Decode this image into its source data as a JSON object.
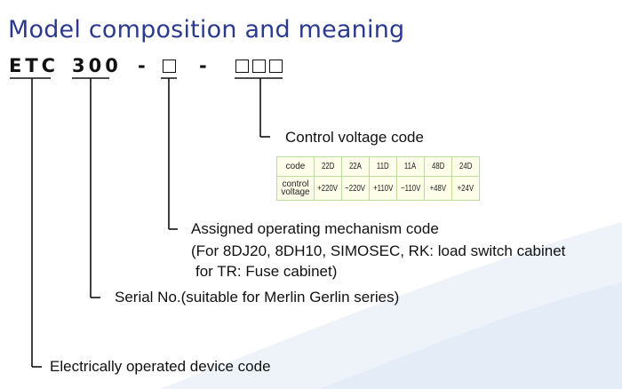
{
  "title": "Model composition and meaning",
  "model_code": {
    "prefix": "ETC",
    "serial": "300",
    "sep1": "-",
    "sep2": "-"
  },
  "labels": {
    "control_voltage": "Control voltage code",
    "mechanism_line1": "Assigned operating mechanism code",
    "mechanism_line2": "(For 8DJ20, 8DH10, SIMOSEC, RK: load switch cabinet",
    "mechanism_line3": "for TR: Fuse cabinet)",
    "serial": "Serial No.(suitable for Merlin Gerlin series)",
    "device": "Electrically operated device code"
  },
  "voltage_table": {
    "header_code": "code",
    "header_control": "control voltage",
    "codes": [
      "22D",
      "22A",
      "11D",
      "11A",
      "48D",
      "24D"
    ],
    "voltages": [
      "+220V",
      "~220V",
      "+110V",
      "~110V",
      "+48V",
      "+24V"
    ]
  },
  "colors": {
    "title": "#2b3a8f",
    "table_border": "#b9dd9a",
    "table_bg": "#fdfde9",
    "background_swoosh": "#e3ecf7"
  }
}
